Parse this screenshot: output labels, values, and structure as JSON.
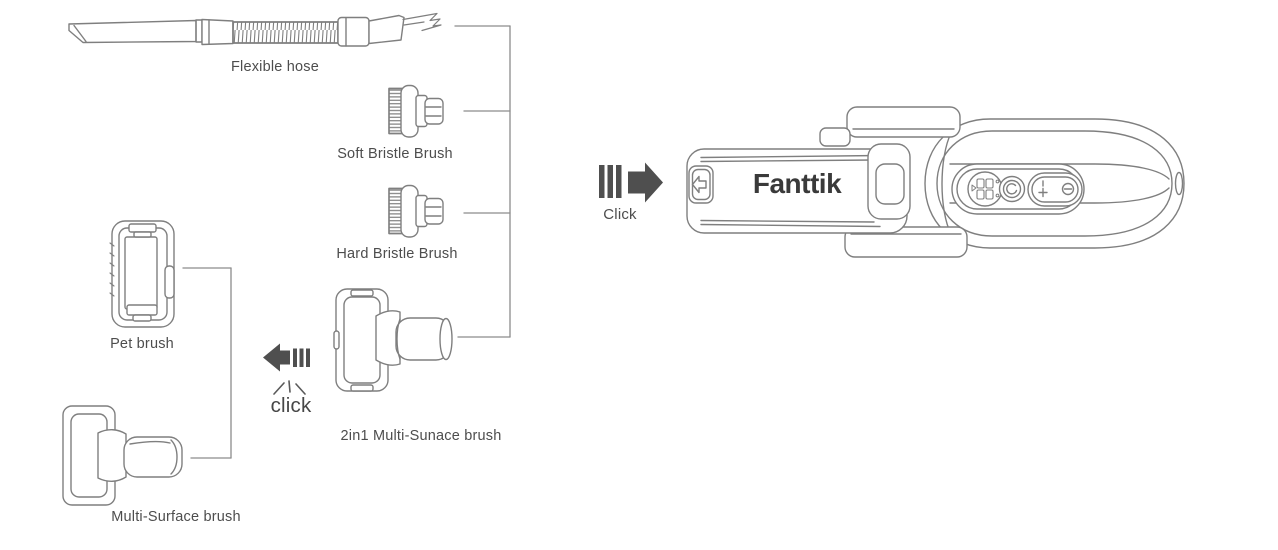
{
  "diagram": {
    "title_context": "vacuum accessories attachment diagram",
    "colors": {
      "background": "#ffffff",
      "line": "#7f7f7f",
      "bracket": "#8c8c8c",
      "text": "#4d4d4d",
      "arrow": "#4f4f4f",
      "logo": "#3a3a3a"
    },
    "accessories": [
      {
        "id": "flexible-hose",
        "label": "Flexible hose"
      },
      {
        "id": "soft-bristle-brush",
        "label": "Soft Bristle Brush"
      },
      {
        "id": "hard-bristle-brush",
        "label": "Hard Bristle Brush"
      },
      {
        "id": "pet-brush",
        "label": "Pet brush"
      },
      {
        "id": "2in1-multi-surface",
        "label": "2in1 Multi-Sunace brush"
      },
      {
        "id": "multi-surface-brush",
        "label": "Multi-Surface brush"
      }
    ],
    "annotations": {
      "click_right": "Click",
      "click_left": "click"
    },
    "device": {
      "brand": "Fanttik",
      "type": "handheld vacuum body"
    }
  }
}
